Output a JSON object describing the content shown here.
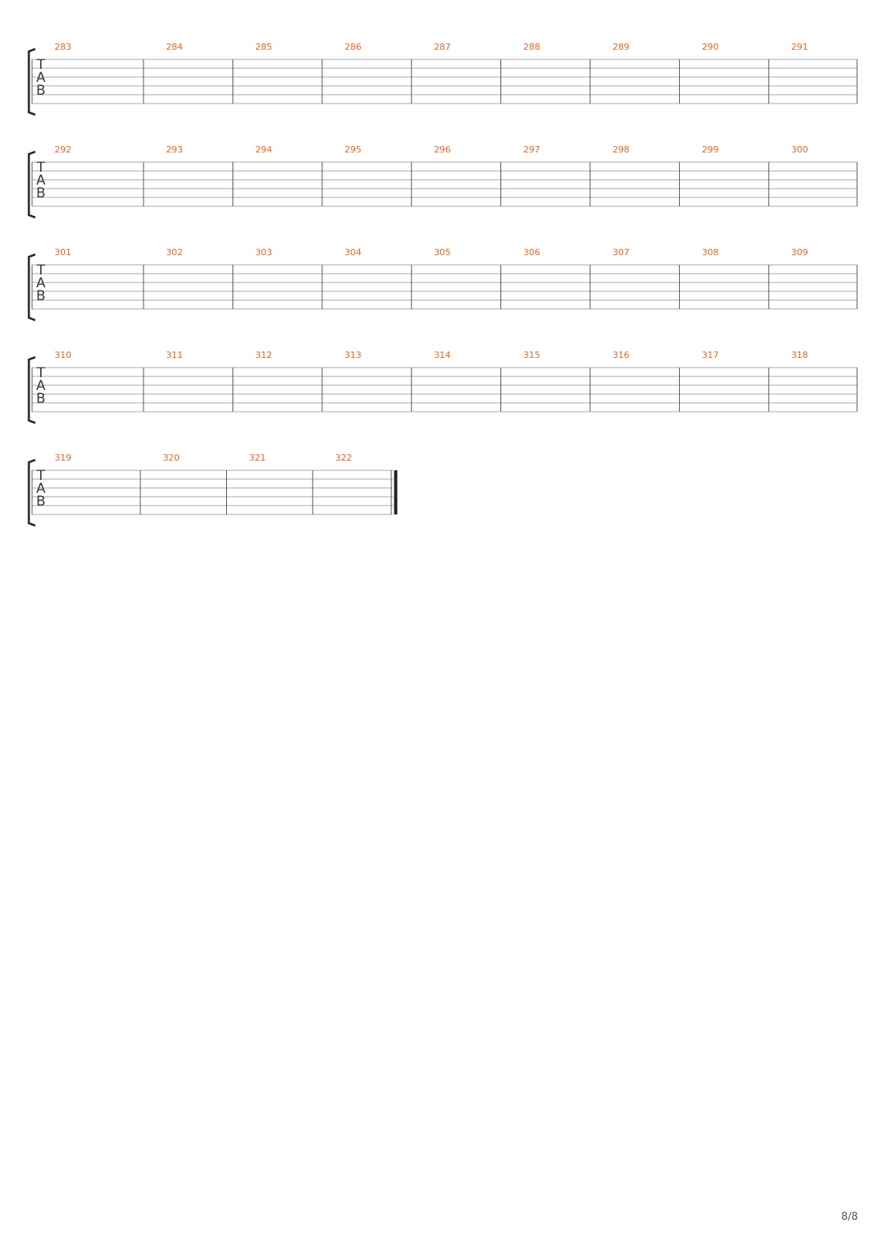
{
  "page": {
    "page_number": "8/8"
  },
  "colors": {
    "bar_number": "#f26522",
    "staff_line": "#a8a8a8",
    "barline": "#555555",
    "clef_text": "#3a3a3a",
    "bracket": "#2a2a1a"
  },
  "tab_clef": [
    "T",
    "A",
    "B"
  ],
  "systems": [
    {
      "measures": [
        "283",
        "284",
        "285",
        "286",
        "287",
        "288",
        "289",
        "290",
        "291"
      ],
      "final": false
    },
    {
      "measures": [
        "292",
        "293",
        "294",
        "295",
        "296",
        "297",
        "298",
        "299",
        "300"
      ],
      "final": false
    },
    {
      "measures": [
        "301",
        "302",
        "303",
        "304",
        "305",
        "306",
        "307",
        "308",
        "309"
      ],
      "final": false
    },
    {
      "measures": [
        "310",
        "311",
        "312",
        "313",
        "314",
        "315",
        "316",
        "317",
        "318"
      ],
      "final": false
    },
    {
      "measures": [
        "319",
        "320",
        "321",
        "322"
      ],
      "final": true
    }
  ]
}
